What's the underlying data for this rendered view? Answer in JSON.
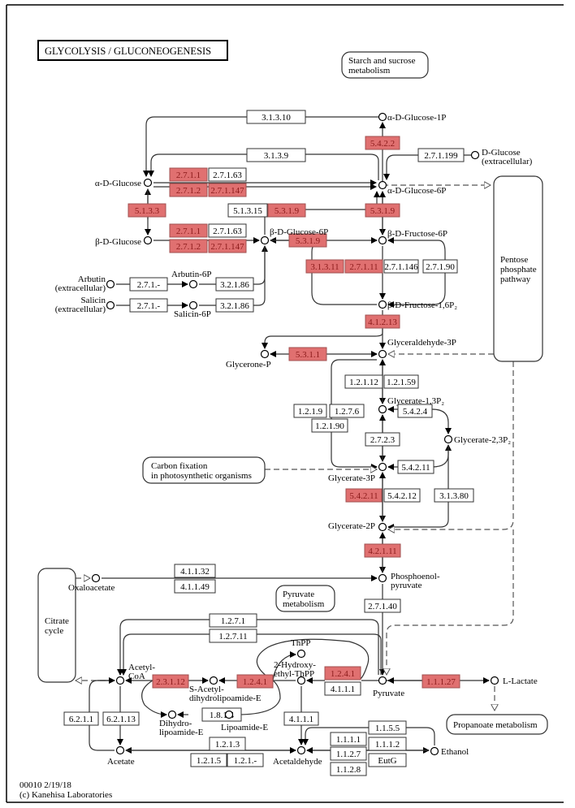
{
  "title": "GLYCOLYSIS / GLUCONEOGENESIS",
  "footer": {
    "id_date": "00010 2/19/18",
    "copyright": "(c) Kanehisa Laboratories"
  },
  "colors": {
    "highlight_fill": "#e07070",
    "highlight_text": "#8b1a1a",
    "normal_fill": "#ffffff",
    "line": "#333333"
  },
  "maps": [
    {
      "id": "starch",
      "lines": [
        "Starch and sucrose",
        "metabolism"
      ]
    },
    {
      "id": "pentose",
      "lines": [
        "Pentose",
        "phosphate",
        "pathway"
      ]
    },
    {
      "id": "carbon",
      "lines": [
        "Carbon fixation",
        "in photosynthetic organisms"
      ]
    },
    {
      "id": "pyruvate_met",
      "lines": [
        "Pyruvate",
        "metabolism"
      ]
    },
    {
      "id": "citrate",
      "lines": [
        "Citrate",
        "cycle"
      ]
    },
    {
      "id": "propanoate",
      "lines": [
        "Propanoate metabolism"
      ]
    }
  ],
  "compounds": [
    {
      "id": "ag1p",
      "lines": [
        "α-D-Glucose-1P"
      ]
    },
    {
      "id": "dglc_ext",
      "lines": [
        "D-Glucose",
        "(extracellular)"
      ]
    },
    {
      "id": "aglc",
      "lines": [
        "α-D-Glucose"
      ]
    },
    {
      "id": "ag6p",
      "lines": [
        "α-D-Glucose-6P"
      ]
    },
    {
      "id": "bglc",
      "lines": [
        "β-D-Glucose"
      ]
    },
    {
      "id": "bg6p",
      "lines": [
        "β-D-Glucose-6P"
      ]
    },
    {
      "id": "bf6p",
      "lines": [
        "β-D-Fructose-6P"
      ]
    },
    {
      "id": "arbutin",
      "lines": [
        "Arbutin",
        "(extracellular)"
      ]
    },
    {
      "id": "arbutin6p",
      "lines": [
        "Arbutin-6P"
      ]
    },
    {
      "id": "salicin",
      "lines": [
        "Salicin",
        "(extracellular)"
      ]
    },
    {
      "id": "salicin6p",
      "lines": [
        "Salicin-6P"
      ]
    },
    {
      "id": "bf16p",
      "lines": [
        "β-D-Fructose-1,6P₂"
      ]
    },
    {
      "id": "gap",
      "lines": [
        "Glyceraldehyde-3P"
      ]
    },
    {
      "id": "dhap",
      "lines": [
        "Glycerone-P"
      ]
    },
    {
      "id": "g13p",
      "lines": [
        "Glycerate-1,3P₂"
      ]
    },
    {
      "id": "g23p",
      "lines": [
        "Glycerate-2,3P₂"
      ]
    },
    {
      "id": "g3p",
      "lines": [
        "Glycerate-3P"
      ]
    },
    {
      "id": "g2p",
      "lines": [
        "Glycerate-2P"
      ]
    },
    {
      "id": "oaa",
      "lines": [
        "Oxaloacetate"
      ]
    },
    {
      "id": "pep",
      "lines": [
        "Phosphoenol-",
        "pyruvate"
      ]
    },
    {
      "id": "thpp",
      "lines": [
        "ThPP"
      ]
    },
    {
      "id": "acoa",
      "lines": [
        "Acetyl-",
        "CoA"
      ]
    },
    {
      "id": "hethpp",
      "lines": [
        "2-Hydroxy-",
        "ethyl-ThPP"
      ]
    },
    {
      "id": "pyr",
      "lines": [
        "Pyruvate"
      ]
    },
    {
      "id": "lac",
      "lines": [
        "L-Lactate"
      ]
    },
    {
      "id": "sacet",
      "lines": [
        "S-Acetyl-",
        "dihydrolipoamide-E"
      ]
    },
    {
      "id": "dihydro",
      "lines": [
        "Dihydro-",
        "lipoamide-E"
      ]
    },
    {
      "id": "lipo",
      "lines": [
        "Lipoamide-E"
      ]
    },
    {
      "id": "acetate",
      "lines": [
        "Acetate"
      ]
    },
    {
      "id": "acetald",
      "lines": [
        "Acetaldehyde"
      ]
    },
    {
      "id": "ethanol",
      "lines": [
        "Ethanol"
      ]
    }
  ],
  "enzymes": [
    {
      "code": "3.1.3.10",
      "hl": false
    },
    {
      "code": "5.4.2.2",
      "hl": true
    },
    {
      "code": "3.1.3.9",
      "hl": false
    },
    {
      "code": "2.7.1.199",
      "hl": false
    },
    {
      "code": "2.7.1.1",
      "hl": true
    },
    {
      "code": "2.7.1.63",
      "hl": false
    },
    {
      "code": "2.7.1.2",
      "hl": true
    },
    {
      "code": "2.7.1.147",
      "hl": true
    },
    {
      "code": "5.1.3.3",
      "hl": true
    },
    {
      "code": "5.1.3.15",
      "hl": false
    },
    {
      "code": "5.3.1.9",
      "hl": true
    },
    {
      "code": "5.3.1.9",
      "hl": true
    },
    {
      "code": "2.7.1.1",
      "hl": true
    },
    {
      "code": "2.7.1.63",
      "hl": false
    },
    {
      "code": "2.7.1.2",
      "hl": true
    },
    {
      "code": "2.7.1.147",
      "hl": true
    },
    {
      "code": "5.3.1.9",
      "hl": true
    },
    {
      "code": "3.1.3.11",
      "hl": true
    },
    {
      "code": "2.7.1.11",
      "hl": true
    },
    {
      "code": "2.7.1.146",
      "hl": false
    },
    {
      "code": "2.7.1.90",
      "hl": false
    },
    {
      "code": "2.7.1.-",
      "hl": false
    },
    {
      "code": "3.2.1.86",
      "hl": false
    },
    {
      "code": "2.7.1.-",
      "hl": false
    },
    {
      "code": "3.2.1.86",
      "hl": false
    },
    {
      "code": "4.1.2.13",
      "hl": true
    },
    {
      "code": "5.3.1.1",
      "hl": true
    },
    {
      "code": "1.2.1.12",
      "hl": false
    },
    {
      "code": "1.2.1.59",
      "hl": false
    },
    {
      "code": "1.2.1.9",
      "hl": false
    },
    {
      "code": "1.2.7.6",
      "hl": false
    },
    {
      "code": "1.2.1.90",
      "hl": false
    },
    {
      "code": "5.4.2.4",
      "hl": false
    },
    {
      "code": "2.7.2.3",
      "hl": false
    },
    {
      "code": "5.4.2.11",
      "hl": false
    },
    {
      "code": "5.4.2.11",
      "hl": true
    },
    {
      "code": "5.4.2.12",
      "hl": false
    },
    {
      "code": "3.1.3.80",
      "hl": false
    },
    {
      "code": "4.2.1.11",
      "hl": true
    },
    {
      "code": "4.1.1.32",
      "hl": false
    },
    {
      "code": "4.1.1.49",
      "hl": false
    },
    {
      "code": "2.7.1.40",
      "hl": false
    },
    {
      "code": "1.2.7.1",
      "hl": false
    },
    {
      "code": "1.2.7.11",
      "hl": false
    },
    {
      "code": "2.3.1.12",
      "hl": true
    },
    {
      "code": "1.2.4.1",
      "hl": true
    },
    {
      "code": "1.2.4.1",
      "hl": true
    },
    {
      "code": "4.1.1.1",
      "hl": false
    },
    {
      "code": "1.1.1.27",
      "hl": true
    },
    {
      "code": "6.2.1.1",
      "hl": false
    },
    {
      "code": "6.2.1.13",
      "hl": false
    },
    {
      "code": "1.8.1.4",
      "hl": false
    },
    {
      "code": "4.1.1.1",
      "hl": false
    },
    {
      "code": "1.2.1.3",
      "hl": false
    },
    {
      "code": "1.2.1.5",
      "hl": false
    },
    {
      "code": "1.2.1.-",
      "hl": false
    },
    {
      "code": "1.1.5.5",
      "hl": false
    },
    {
      "code": "1.1.1.1",
      "hl": false
    },
    {
      "code": "1.1.1.2",
      "hl": false
    },
    {
      "code": "1.1.2.7",
      "hl": false
    },
    {
      "code": "EutG",
      "hl": false
    },
    {
      "code": "1.1.2.8",
      "hl": false
    }
  ]
}
